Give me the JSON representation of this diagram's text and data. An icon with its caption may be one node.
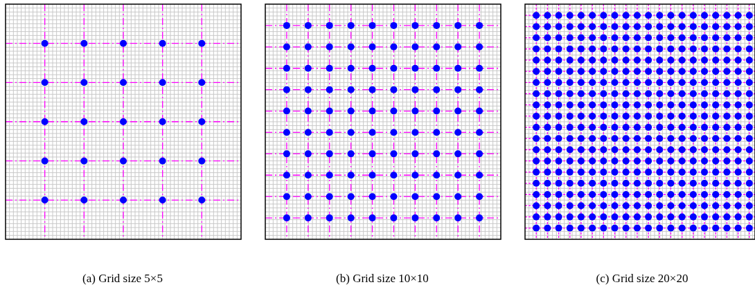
{
  "diagram": {
    "labels": [
      "(a)  Grid size 5×5",
      "(b)  Grid size 10×10",
      "(c)  Grid size 20×20"
    ]
  }
}
